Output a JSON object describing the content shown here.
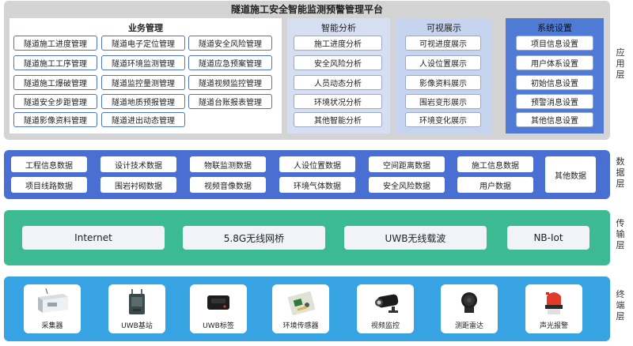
{
  "title": "隧道施工安全智能监测预警管理平台",
  "layers": {
    "app": "应用层",
    "data": "数据层",
    "transport": "传输层",
    "terminal": "终端层"
  },
  "business": {
    "title": "业务管理",
    "items": [
      "隧道施工进度管理",
      "隧道电子定位管理",
      "隧道安全风险管理",
      "隧道施工工序管理",
      "隧道环境监测管理",
      "隧道应急预案管理",
      "隧道施工爆破管理",
      "隧道监控量测管理",
      "隧道视频监控管理",
      "隧道安全步距管理",
      "隧道地质预报管理",
      "隧道台账报表管理",
      "隧道影像资料管理",
      "隧道进出动态管理"
    ]
  },
  "smart": {
    "title": "智能分析",
    "items": [
      "施工进度分析",
      "安全风险分析",
      "人员动态分析",
      "环境状况分析",
      "其他智能分析"
    ]
  },
  "visual": {
    "title": "可视展示",
    "items": [
      "可视进度展示",
      "人设位置展示",
      "影像资料展示",
      "围岩变形展示",
      "环境变化展示"
    ]
  },
  "system": {
    "title": "系统设置",
    "items": [
      "项目信息设置",
      "用户体系设置",
      "初始信息设置",
      "预警消息设置",
      "其他信息设置"
    ]
  },
  "data_items": [
    "工程信息数据",
    "设计技术数据",
    "物联监测数据",
    "人设位置数据",
    "空间距离数据",
    "施工信息数据",
    "项目线路数据",
    "围岩衬砌数据",
    "视频音像数据",
    "环境气体数据",
    "安全风险数据",
    "用户数据",
    "其他数据"
  ],
  "transport_items": [
    "Internet",
    "5.8G无线网桥",
    "UWB无线载波",
    "NB-Iot"
  ],
  "devices": [
    {
      "label": "采集器",
      "icon": "collector-icon"
    },
    {
      "label": "UWB基站",
      "icon": "uwb-base-station-icon"
    },
    {
      "label": "UWB标签",
      "icon": "uwb-tag-icon"
    },
    {
      "label": "环境传感器",
      "icon": "environment-sensor-icon"
    },
    {
      "label": "视频监控",
      "icon": "video-camera-icon"
    },
    {
      "label": "测距雷达",
      "icon": "ranging-radar-icon"
    },
    {
      "label": "声光报警",
      "icon": "sound-light-alarm-icon"
    }
  ],
  "colors": {
    "app_bg": "#d4d4d4",
    "business_bg": "#ffffff",
    "smart_bg": "#d5dff1",
    "visual_bg": "#c6d4ef",
    "system_bg": "#4f7bd6",
    "data_bg": "#4a6fd3",
    "transport_bg": "#3cba92",
    "terminal_bg": "#37a3e2"
  }
}
